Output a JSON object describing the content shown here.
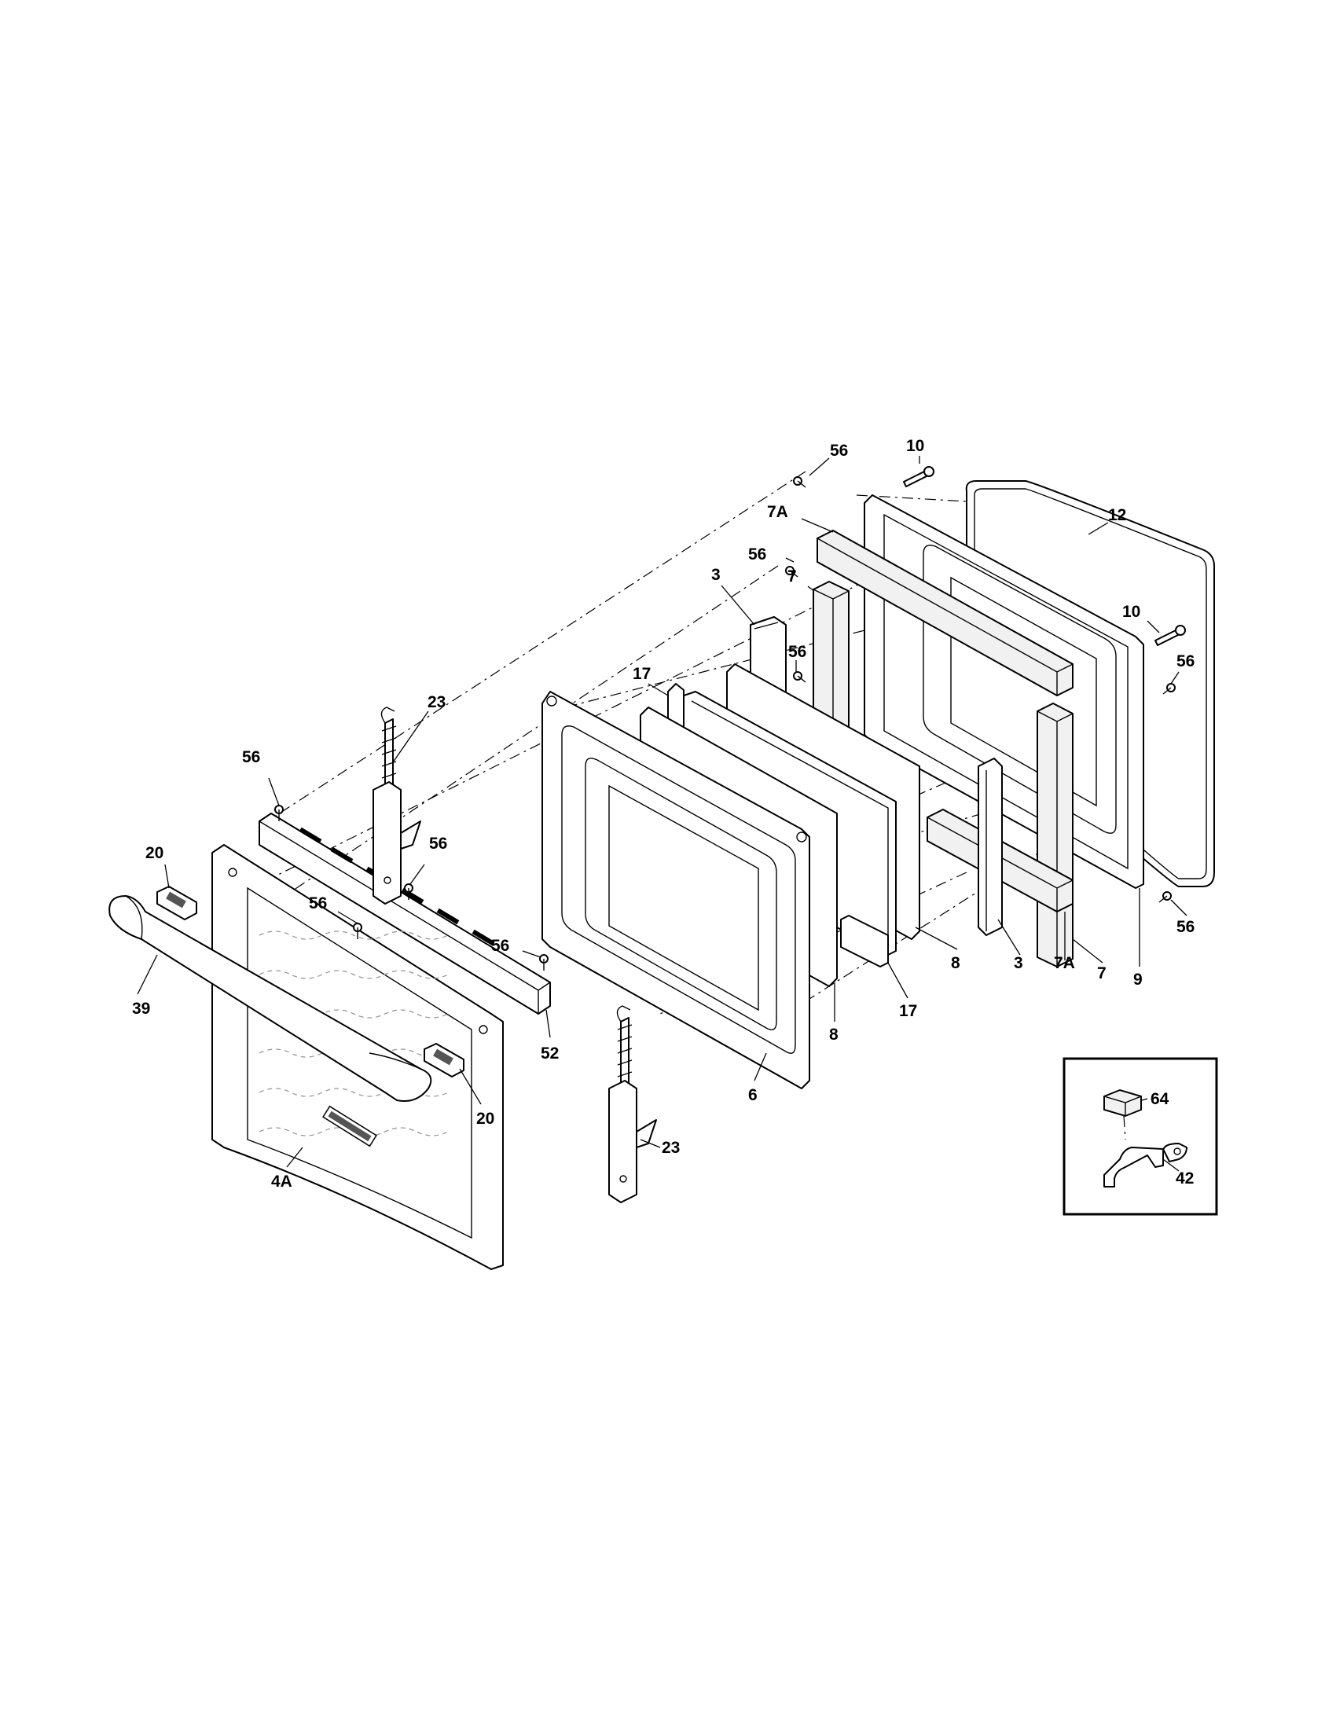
{
  "callouts": {
    "c56_top": "56",
    "c10_top": "10",
    "c7A_top": "7A",
    "c12": "12",
    "c56_b": "56",
    "c7_top": "7",
    "c3_top": "3",
    "c56_c": "56",
    "c10_right": "10",
    "c56_right_top": "56",
    "c17_top": "17",
    "c23_top": "23",
    "c56_left": "56",
    "c56_mid": "56",
    "c20_left": "20",
    "c56_d": "56",
    "c56_e": "56",
    "c56_right_bottom": "56",
    "c7_bottom": "7",
    "c9": "9",
    "c8_top": "8",
    "c3_bottom": "3",
    "c7A_bottom": "7A",
    "c39": "39",
    "c52": "52",
    "c17_bottom": "17",
    "c8_bottom": "8",
    "c6": "6",
    "c20_right": "20",
    "c23_bottom": "23",
    "c4A": "4A",
    "c64": "64",
    "c42": "42"
  }
}
